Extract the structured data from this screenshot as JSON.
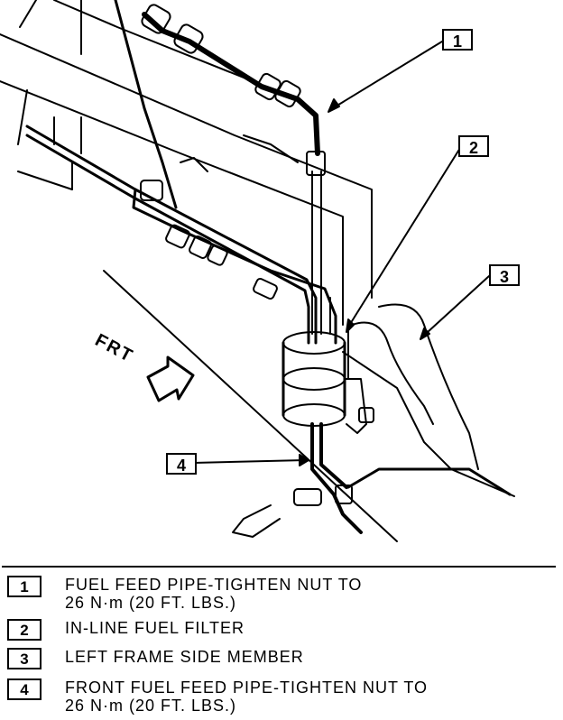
{
  "diagram": {
    "callouts": [
      "1",
      "2",
      "3",
      "4"
    ],
    "direction_label": "FRT"
  },
  "legend": [
    {
      "num": "1",
      "text": "FUEL FEED PIPE-TIGHTEN NUT TO",
      "text2": "26 N·m (20 FT. LBS.)"
    },
    {
      "num": "2",
      "text": "IN-LINE FUEL FILTER",
      "text2": ""
    },
    {
      "num": "3",
      "text": "LEFT FRAME SIDE MEMBER",
      "text2": ""
    },
    {
      "num": "4",
      "text": "FRONT FUEL FEED PIPE-TIGHTEN NUT TO",
      "text2": "26 N·m (20 FT. LBS.)"
    }
  ]
}
